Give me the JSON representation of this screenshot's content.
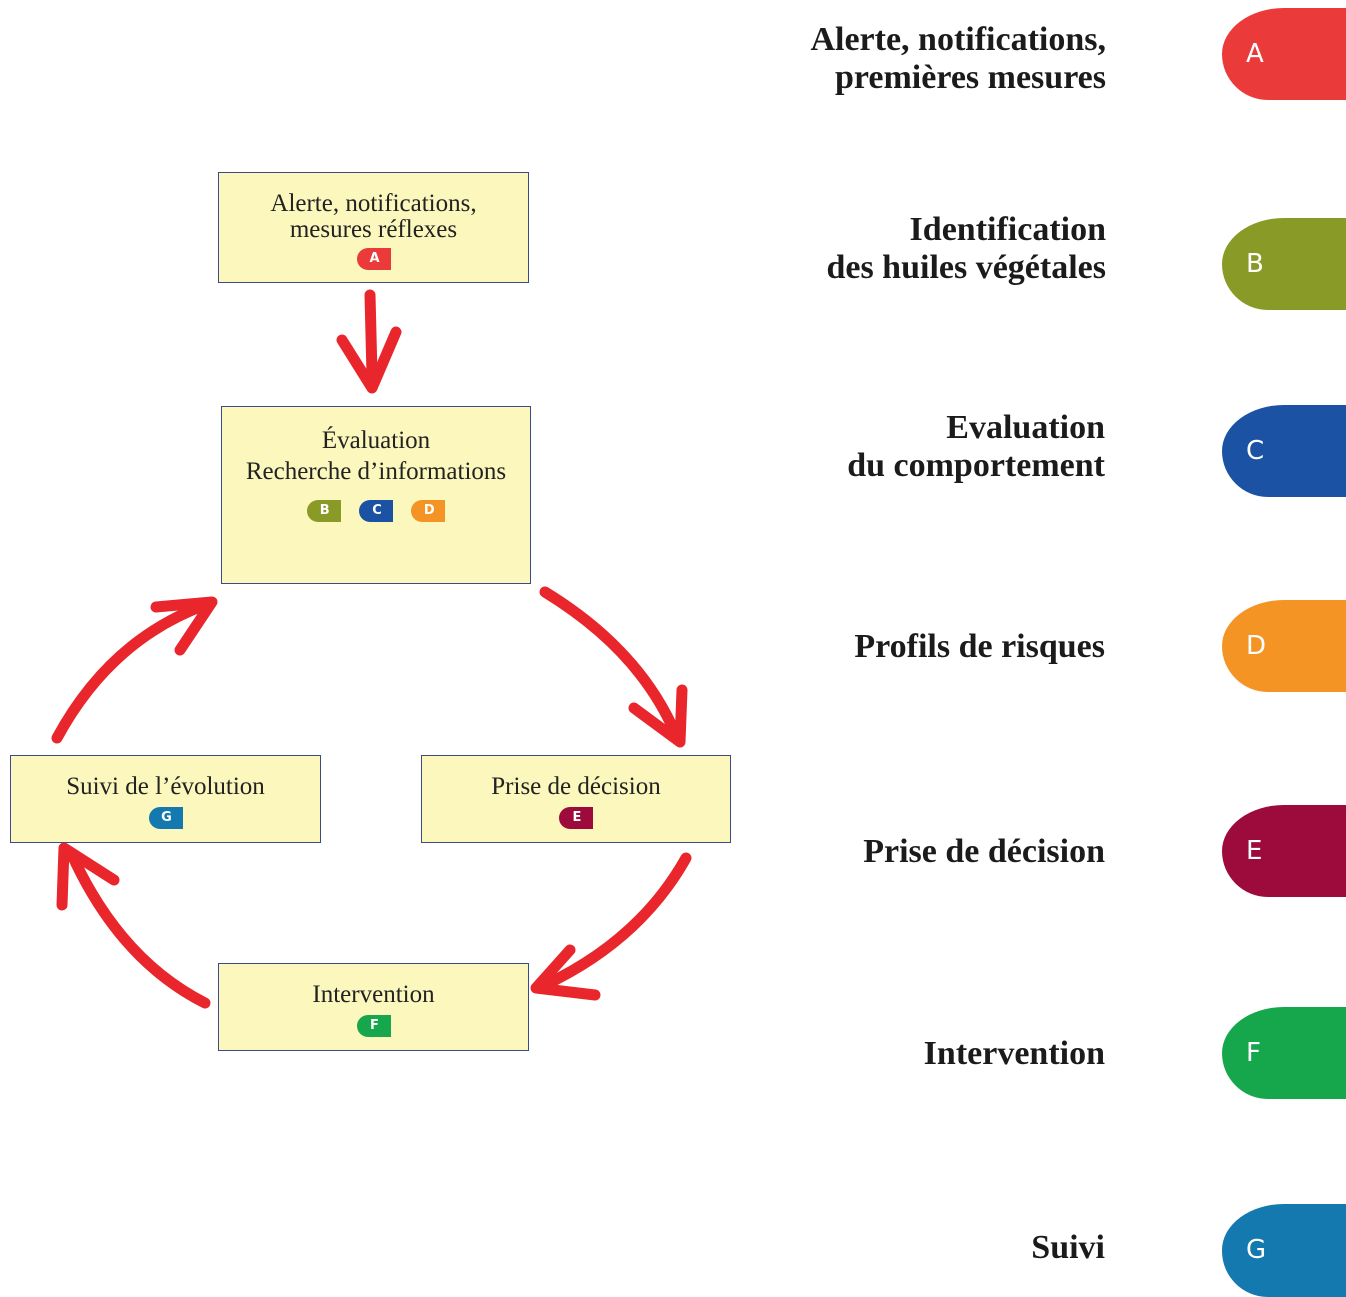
{
  "colors": {
    "A": "#ea3a3a",
    "B": "#8a9a27",
    "C": "#1b52a3",
    "D": "#f39425",
    "E": "#9c0b3c",
    "F": "#16a74d",
    "G": "#1379ae",
    "arrow": "#e8262b",
    "box_fill": "#fbf7bd",
    "box_border": "#3d4a8a"
  },
  "boxes": {
    "alert": {
      "lines": [
        "Alerte, notifications,",
        "mesures réflexes"
      ],
      "tags": [
        "A"
      ]
    },
    "evaluation": {
      "lines": [
        "Évaluation",
        "Recherche d’informations"
      ],
      "tags": [
        "B",
        "C",
        "D"
      ]
    },
    "suivi": {
      "lines": [
        "Suivi de l’évolution"
      ],
      "tags": [
        "G"
      ]
    },
    "decision": {
      "lines": [
        "Prise de décision"
      ],
      "tags": [
        "E"
      ]
    },
    "intervention": {
      "lines": [
        "Intervention"
      ],
      "tags": [
        "F"
      ]
    }
  },
  "legend": [
    {
      "letter": "A",
      "lines": [
        "Alerte, notifications,",
        "premières mesures"
      ]
    },
    {
      "letter": "B",
      "lines": [
        "Identification",
        "des huiles végétales"
      ]
    },
    {
      "letter": "C",
      "lines": [
        "Evaluation",
        "du comportement"
      ]
    },
    {
      "letter": "D",
      "lines": [
        "Profils de risques"
      ]
    },
    {
      "letter": "E",
      "lines": [
        "Prise de décision"
      ]
    },
    {
      "letter": "F",
      "lines": [
        "Intervention"
      ]
    },
    {
      "letter": "G",
      "lines": [
        "Suivi"
      ]
    }
  ]
}
